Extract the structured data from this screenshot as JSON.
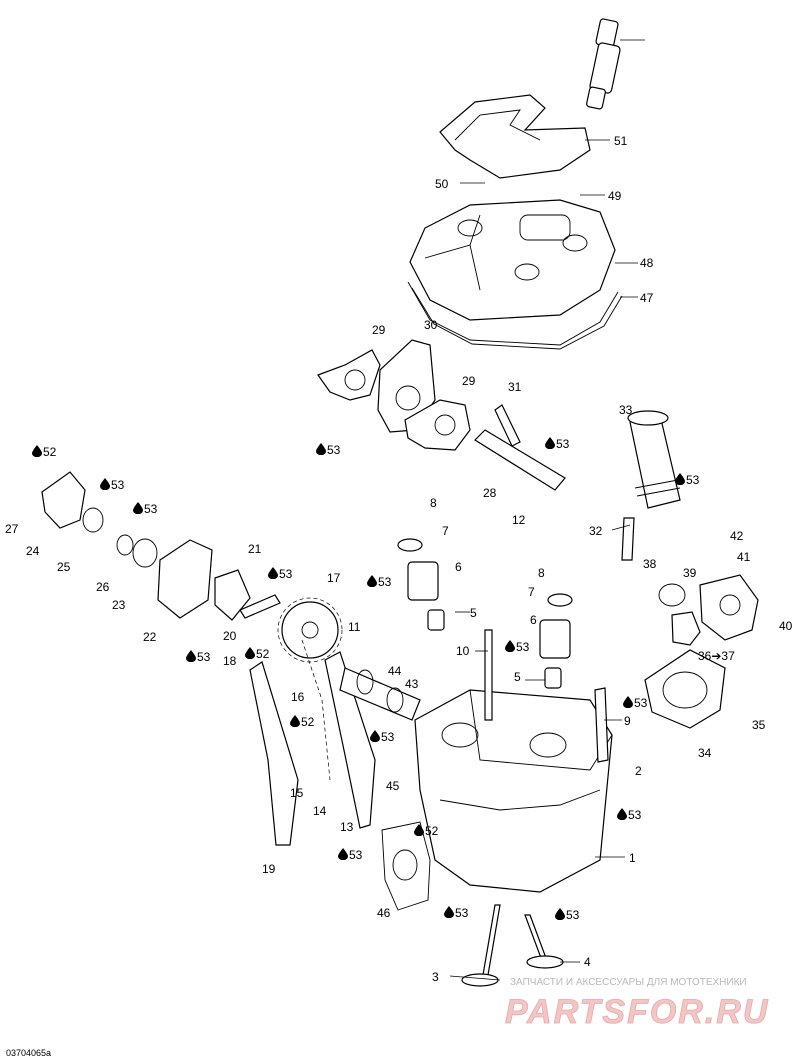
{
  "diagram": {
    "reference_code": "03704065a",
    "labels": [
      "1",
      "2",
      "3",
      "4",
      "5",
      "5",
      "6",
      "6",
      "7",
      "7",
      "8",
      "8",
      "9",
      "10",
      "11",
      "12",
      "13",
      "14",
      "15",
      "16",
      "17",
      "18",
      "19",
      "20",
      "21",
      "22",
      "23",
      "24",
      "25",
      "26",
      "27",
      "28",
      "29",
      "29",
      "30",
      "31",
      "32",
      "33",
      "34",
      "35",
      "36➔37",
      "38",
      "39",
      "40",
      "41",
      "42",
      "43",
      "44",
      "45",
      "46",
      "47",
      "48",
      "49",
      "50",
      "51"
    ],
    "lubricant_marks": [
      "52",
      "52",
      "52",
      "52",
      "53",
      "53",
      "53",
      "53",
      "53",
      "53",
      "53",
      "53",
      "53",
      "53",
      "53",
      "53",
      "53",
      "53",
      "53",
      "53"
    ]
  },
  "watermark": {
    "line": "ЗАПЧАСТИ И АКСЕССУАРЫ ДЛЯ МОТОТЕХНИКИ",
    "logo": "PARTSFOR.RU"
  }
}
